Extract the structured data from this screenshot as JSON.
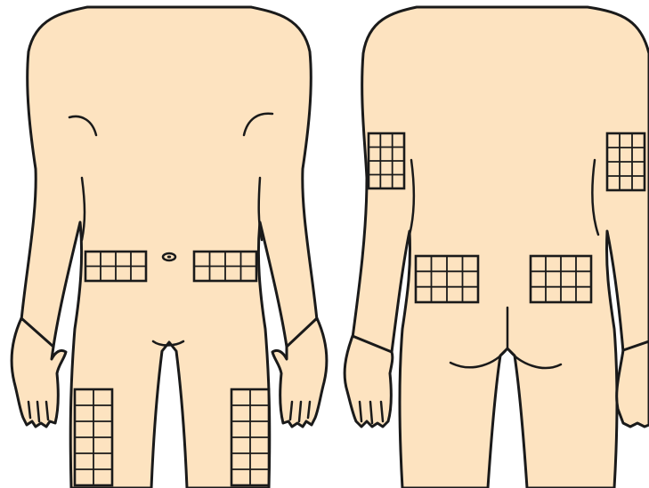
{
  "colors": {
    "skin": "#fde3c0",
    "ink": "#1a1a1a",
    "background": "#ffffff"
  },
  "views": [
    {
      "name": "front",
      "injection_sites": [
        {
          "region": "abdomen-right-side",
          "cols": 4,
          "rows": 2
        },
        {
          "region": "abdomen-left-side",
          "cols": 4,
          "rows": 2
        },
        {
          "region": "thigh-right",
          "cols": 2,
          "rows": 6
        },
        {
          "region": "thigh-left",
          "cols": 2,
          "rows": 6
        }
      ]
    },
    {
      "name": "back",
      "injection_sites": [
        {
          "region": "upper-arm-left",
          "cols": 3,
          "rows": 4
        },
        {
          "region": "upper-arm-right",
          "cols": 3,
          "rows": 4
        },
        {
          "region": "buttock-left",
          "cols": 4,
          "rows": 3
        },
        {
          "region": "buttock-right",
          "cols": 4,
          "rows": 3
        }
      ]
    }
  ]
}
